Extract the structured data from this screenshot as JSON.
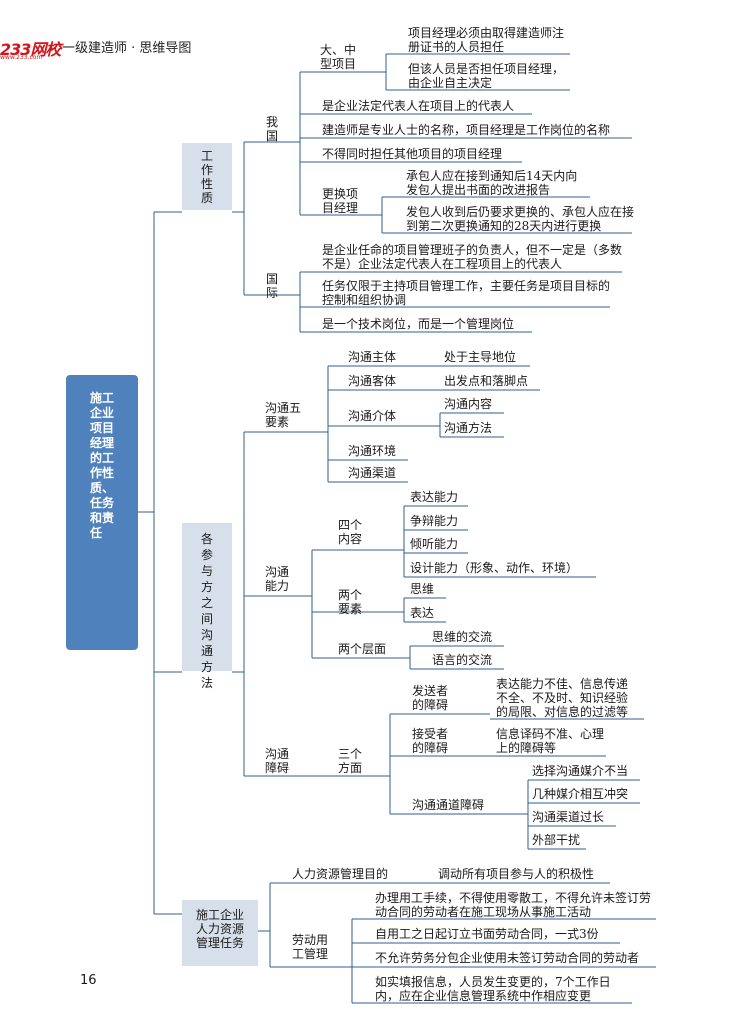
{
  "header": {
    "logo": "233网校",
    "logo_url": "www.233.com",
    "title": "一级建造师 · 思维导图"
  },
  "page_number": "16",
  "root": "施工企业项目经理的工作性质、任务和责任",
  "branch1": {
    "title": "工作性质",
    "china": {
      "label": "我国",
      "large": {
        "label": "大、中型项目",
        "items": [
          "项目经理必须由取得建造师注册证书的人员担任",
          "但该人员是否担任项目经理，由企业自主决定"
        ]
      },
      "items": [
        "是企业法定代表人在项目上的代表人",
        "建造师是专业人士的名称，项目经理是工作岗位的名称",
        "不得同时担任其他项目的项目经理"
      ],
      "replace": {
        "label": "更换项目经理",
        "items": [
          "承包人应在接到通知后14天内向发包人提出书面的改进报告",
          "发包人收到后仍要求更换的、承包人应在接到第二次更换通知的28天内进行更换"
        ]
      }
    },
    "intl": {
      "label": "国际",
      "items": [
        "是企业任命的项目管理班子的负责人，但不一定是（多数不是）企业法定代表人在工程项目上的代表人",
        "任务仅限于主持项目管理工作，主要任务是项目目标的控制和组织协调",
        "是一个技术岗位，而是一个管理岗位"
      ]
    }
  },
  "branch2": {
    "title": "各参与方之间沟通方法",
    "five": {
      "label": "沟通五要素",
      "subject": {
        "label": "沟通主体",
        "value": "处于主导地位"
      },
      "object": {
        "label": "沟通客体",
        "value": "出发点和落脚点"
      },
      "medium": {
        "label": "沟通介体",
        "items": [
          "沟通内容",
          "沟通方法"
        ]
      },
      "env": "沟通环境",
      "channel": "沟通渠道"
    },
    "ability": {
      "label": "沟通能力",
      "four": {
        "label": "四个内容",
        "items": [
          "表达能力",
          "争辩能力",
          "倾听能力",
          "设计能力（形象、动作、环境）"
        ]
      },
      "two": {
        "label": "两个要素",
        "items": [
          "思维",
          "表达"
        ]
      },
      "levels": {
        "label": "两个层面",
        "items": [
          "思维的交流",
          "语言的交流"
        ]
      }
    },
    "barrier": {
      "label": "沟通障碍",
      "three": "三个方面",
      "sender": {
        "label": "发送者的障碍",
        "value": "表达能力不佳、信息传递不全、不及时、知识经验的局限、对信息的过滤等"
      },
      "receiver": {
        "label": "接受者的障碍",
        "value": "信息译码不准、心理上的障碍等"
      },
      "channel": {
        "label": "沟通通道障碍",
        "items": [
          "选择沟通媒介不当",
          "几种媒介相互冲突",
          "沟通渠道过长",
          "外部干扰"
        ]
      }
    }
  },
  "branch3": {
    "title": "施工企业人力资源管理任务",
    "purpose": {
      "label": "人力资源管理目的",
      "value": "调动所有项目参与人的积极性"
    },
    "labor": {
      "label": "劳动用工管理",
      "items": [
        "办理用工手续，不得使用零散工，不得允许未签订劳动合同的劳动者在施工现场从事施工活动",
        "自用工之日起订立书面劳动合同，一式3份",
        "不允许劳务分包企业使用未签订劳动合同的劳动者",
        "如实填报信息，人员发生变更的，7个工作日内，应在企业信息管理系统中作相应变更"
      ]
    }
  }
}
